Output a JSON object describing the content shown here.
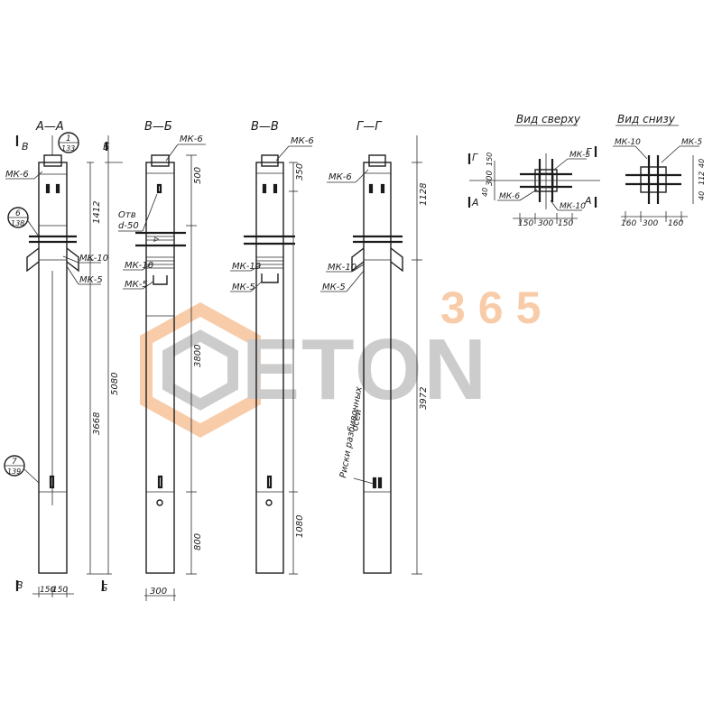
{
  "section_titles": {
    "aa": "А—А",
    "bb": "В—Б",
    "vv": "В—В",
    "gg": "Г—Г",
    "top_view": "Вид сверху",
    "bottom_view": "Вид снизу"
  },
  "callouts": {
    "c1_num": "1",
    "c1_sheet": "133",
    "c6_num": "6",
    "c6_sheet": "138",
    "c7_num": "7",
    "c7_sheet": "139"
  },
  "section_marks": {
    "v_top": "В",
    "b_top": "Б",
    "v_bottom": "В",
    "b_bottom": "Б",
    "g_left": "Г",
    "g_right": "Г",
    "a_left": "А",
    "a_right": "А"
  },
  "parts": {
    "mk6": "МК-6",
    "mk10": "МК-10",
    "mk5": "МК-5"
  },
  "notes": {
    "hole_1": "Отв",
    "hole_2": "d-50",
    "risks_1": "Риски разбивочных",
    "risks_2": "осей"
  },
  "dims": {
    "d1412": "1412",
    "d5080": "5080",
    "d3668": "3668",
    "d150a": "150",
    "d150b": "150",
    "d500": "500",
    "d3800": "3800",
    "d800": "800",
    "d300": "300",
    "d350": "350",
    "d1080": "1080",
    "d1128": "1128",
    "d3972": "3972",
    "t300": "300",
    "t150": "150",
    "t150a": "150",
    "t300b": "300",
    "t150b": "150",
    "t40": "40",
    "b160a": "160",
    "b300": "300",
    "b160b": "160",
    "b40a": "40",
    "b40b": "40",
    "b112": "112"
  },
  "watermark": {
    "number": "365",
    "brand": "ETON",
    "accent_color": "#f29a55",
    "gray_color": "#9a9a9a"
  }
}
